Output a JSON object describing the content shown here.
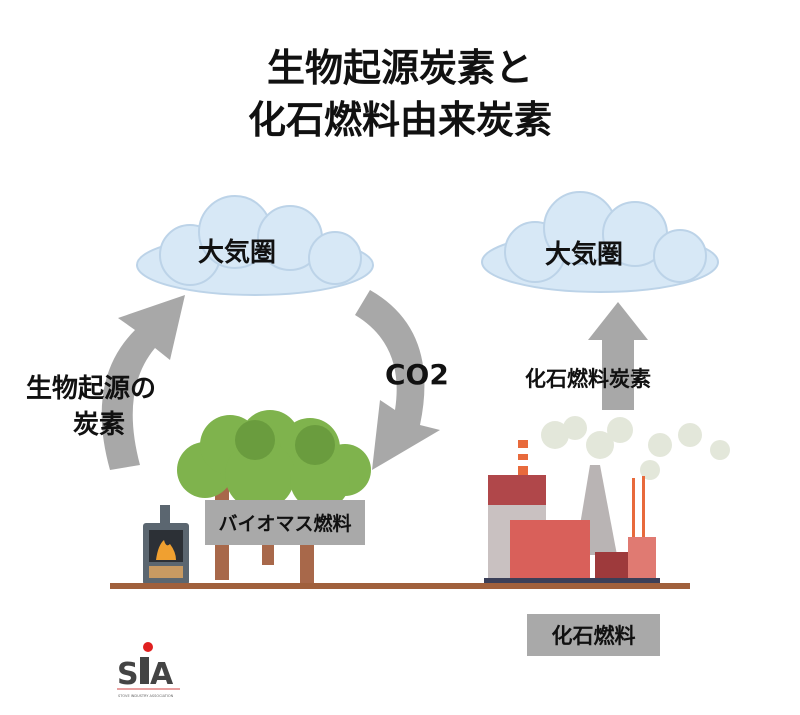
{
  "title": {
    "line1": "生物起源炭素と",
    "line2": "化石燃料由来炭素"
  },
  "left_cloud": {
    "label": "大気圏"
  },
  "right_cloud": {
    "label": "大気圏"
  },
  "co2_label": "CO2",
  "biogenic_label": {
    "line1": "生物起源の",
    "line2": "炭素"
  },
  "fossil_carbon_label": "化石燃料炭素",
  "biomass_fuel_label": "バイオマス燃料",
  "fossil_fuel_label": "化石燃料",
  "logo": {
    "text": "SIA",
    "subtext": "STOVE INDUSTRY ASSOCIATION"
  },
  "colors": {
    "cloud": "#d7e8f6",
    "arrow": "#a8a8a8",
    "tree": "#7fb34d",
    "ground": "#a0603c",
    "factory": "#d9605a"
  }
}
